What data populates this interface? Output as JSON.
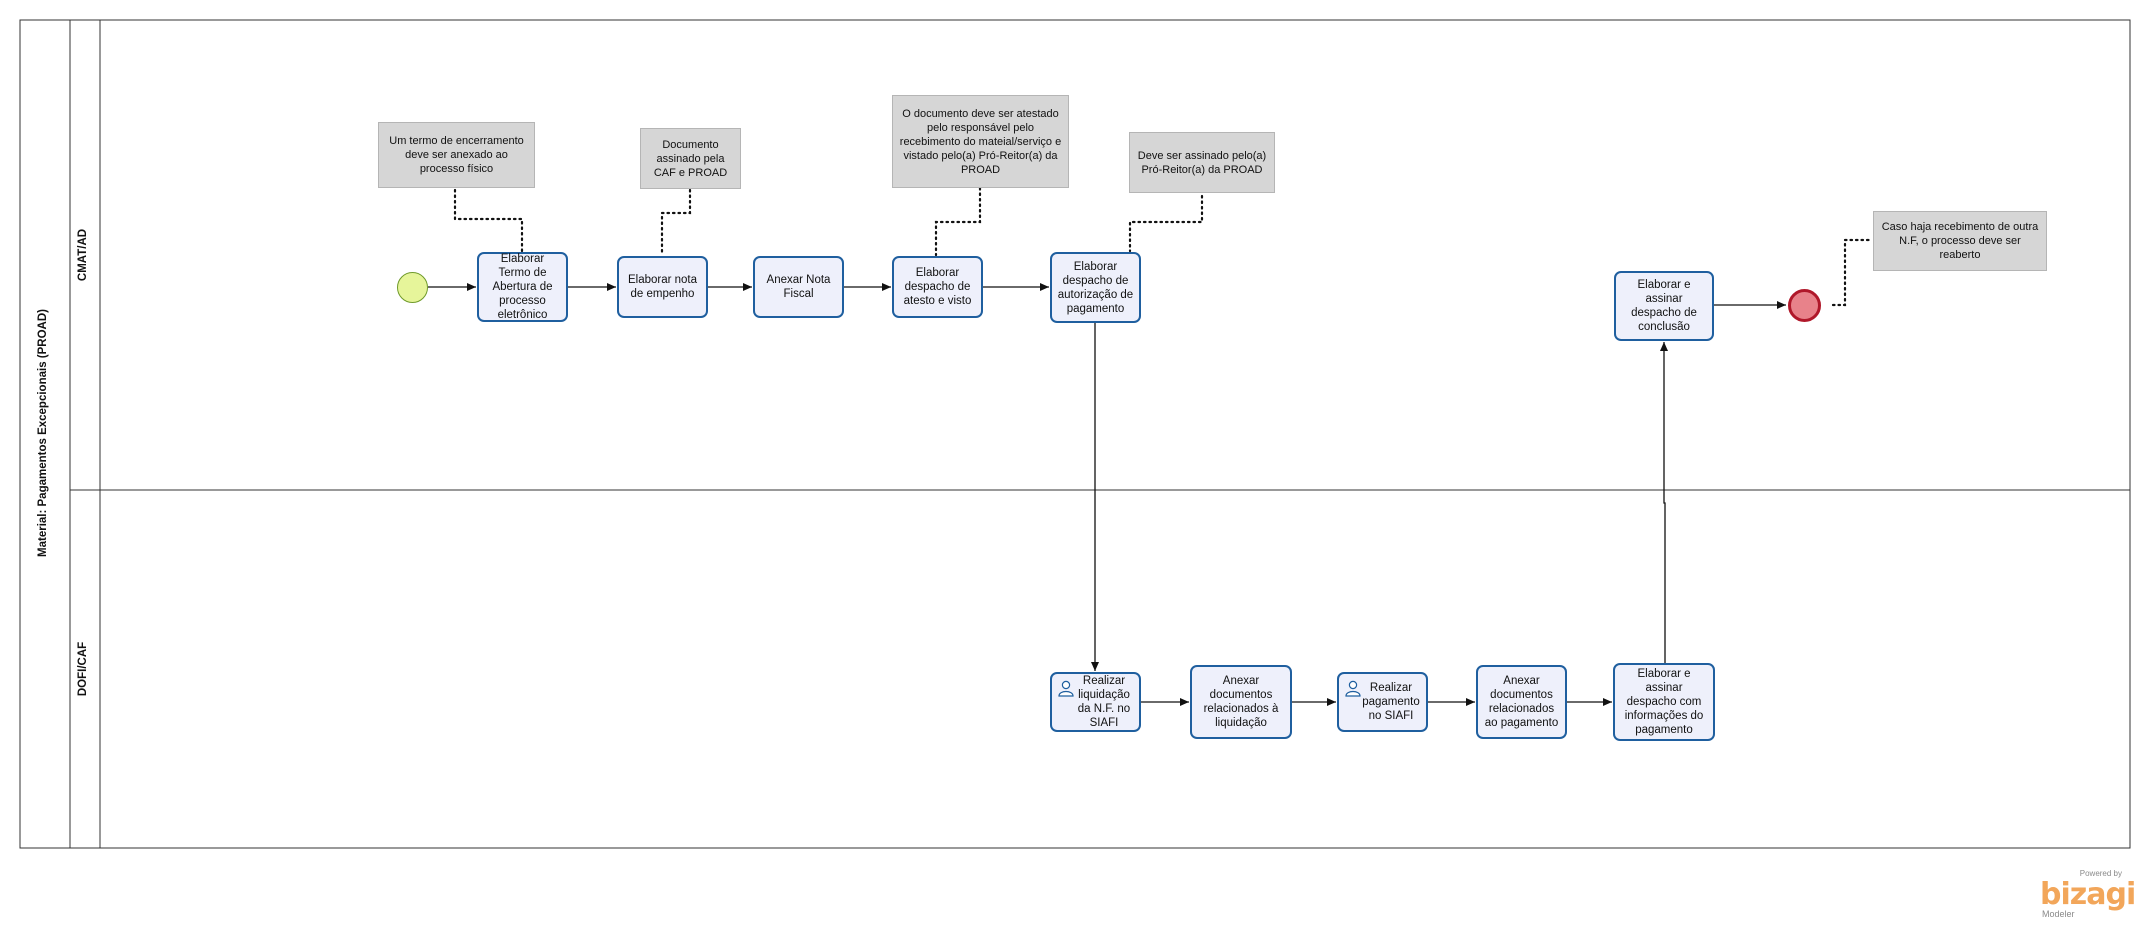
{
  "pool": {
    "title": "Material: Pagamentos Excepcionais (PROAD)"
  },
  "lanes": [
    {
      "id": "cmat",
      "title": "CMAT/AD"
    },
    {
      "id": "dofi",
      "title": "DOFI/CAF"
    }
  ],
  "events": {
    "start": {
      "type": "start",
      "color": "#e6f59a"
    },
    "end": {
      "type": "end",
      "color": "#e8828a"
    }
  },
  "tasks": {
    "t1": "Elaborar Termo de Abertura de processo eletrônico",
    "t2": "Elaborar nota de empenho",
    "t3": "Anexar Nota Fiscal",
    "t4": "Elaborar despacho de atesto e visto",
    "t5": "Elaborar despacho de autorização de pagamento",
    "t6": "Realizar liquidação da N.F. no SIAFI",
    "t7": "Anexar documentos relacionados à liquidação",
    "t8": "Realizar pagamento no SIAFI",
    "t9": "Anexar documentos relacionados ao pagamento",
    "t10": "Elaborar e assinar despacho com informações do pagamento",
    "t11": "Elaborar e assinar despacho de conclusão"
  },
  "annotations": {
    "a1": "Um termo de encerramento deve ser anexado ao processo físico",
    "a2": "Documento assinado pela CAF e PROAD",
    "a3": "O documento deve ser atestado pelo responsável pelo recebimento do mateial/serviço e vistado pelo(a) Pró-Reitor(a) da PROAD",
    "a4": "Deve ser assinado pelo(a) Pró-Reitor(a) da PROAD",
    "a5": "Caso haja recebimento de outra N.F, o processo deve ser reaberto"
  },
  "colors": {
    "task_fill": "#eef0fb",
    "task_border": "#1f5f9f",
    "annotation_fill": "#d6d6d6",
    "start_fill": "#e6f59a",
    "start_border": "#6f9a2a",
    "end_fill": "#e8828a",
    "end_border": "#b0182a",
    "logo": "#f2a65a"
  },
  "icons": {
    "user_task": "user-task-icon"
  },
  "logo": {
    "powered": "Powered by",
    "brand": "bizagi",
    "product": "Modeler"
  }
}
